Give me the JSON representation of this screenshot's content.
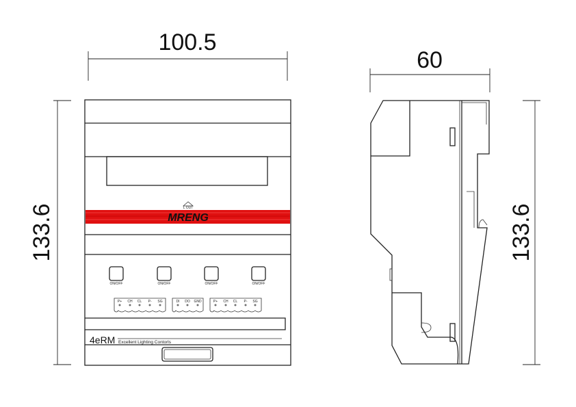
{
  "dimensions": {
    "front_width": "100.5",
    "front_height": "133.6",
    "side_depth": "60",
    "side_height": "133.6"
  },
  "front_view": {
    "brand_logo": "MRENG",
    "lout_label": "L OUT",
    "band_color": "#e01010",
    "buttons": [
      {
        "label": "ON/OFF"
      },
      {
        "label": "ON/OFF"
      },
      {
        "label": "ON/OFF"
      },
      {
        "label": "ON/OFF"
      }
    ],
    "terminal_blocks": [
      {
        "pins": [
          "P+",
          "CH",
          "CL",
          "P-",
          "SG"
        ]
      },
      {
        "pins": [
          "DI",
          "DO",
          "GND"
        ]
      },
      {
        "pins": [
          "P+",
          "CH",
          "CL",
          "P-",
          "SG"
        ]
      }
    ],
    "model": "4eRM",
    "tagline": "Excellent Lighting Contorls"
  }
}
